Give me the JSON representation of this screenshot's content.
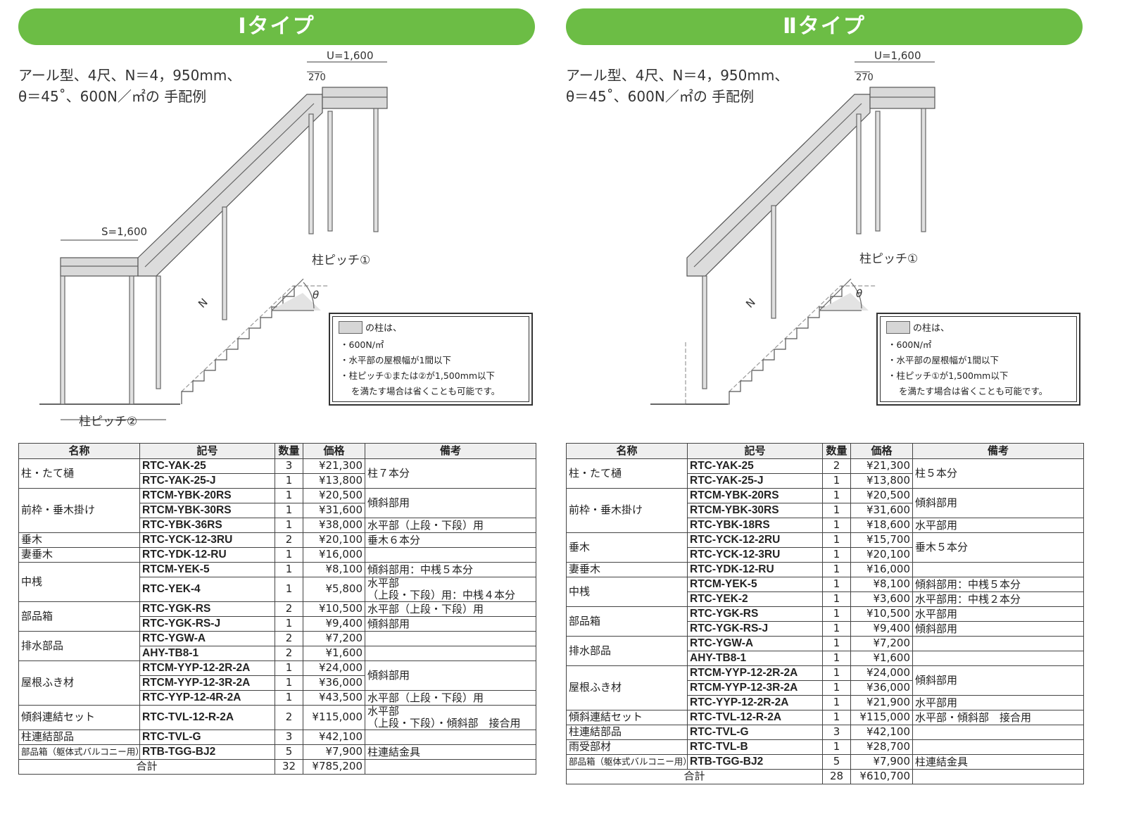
{
  "panels": [
    {
      "banner": "Ⅰタイプ",
      "caption_line1": "アール型、4尺、N＝4，950mm、",
      "caption_line2": "θ＝45˚、600N／㎡の 手配例",
      "dim_u": "U=1,600",
      "dim_270": "270",
      "dim_s": "S=1,600",
      "label_n": "N",
      "label_theta": "θ",
      "pitch_1": "柱ピッチ①",
      "pitch_2": "柱ピッチ②",
      "note": {
        "intro": "の柱は、",
        "line1": "・600N/㎡",
        "line2": "・水平部の屋根幅が1間以下",
        "line3": "・柱ピッチ①または②が1,500mm以下",
        "line4": "を満たす場合は省くことも可能です。"
      },
      "headers": [
        "名称",
        "記号",
        "数量",
        "価格",
        "備考"
      ],
      "rows": [
        {
          "name": "柱・たて樋",
          "code": "RTC-YAK-25",
          "qty": "3",
          "price": "¥21,300",
          "remark": "柱７本分"
        },
        {
          "code": "RTC-YAK-25-J",
          "qty": "1",
          "price": "¥13,800"
        },
        {
          "name": "前枠・垂木掛け",
          "code": "RTCM-YBK-20RS",
          "qty": "1",
          "price": "¥20,500",
          "remark": "傾斜部用"
        },
        {
          "code": "RTCM-YBK-30RS",
          "qty": "1",
          "price": "¥31,600"
        },
        {
          "code": "RTC-YBK-36RS",
          "qty": "1",
          "price": "¥38,000",
          "remark": "水平部（上段・下段）用"
        },
        {
          "name": "垂木",
          "code": "RTC-YCK-12-3RU",
          "qty": "2",
          "price": "¥20,100",
          "remark": "垂木６本分"
        },
        {
          "name": "妻垂木",
          "code": "RTC-YDK-12-RU",
          "qty": "1",
          "price": "¥16,000",
          "remark": ""
        },
        {
          "name": "中桟",
          "code": "RTCM-YEK-5",
          "qty": "1",
          "price": "¥8,100",
          "remark": "傾斜部用：中桟５本分"
        },
        {
          "code": "RTC-YEK-4",
          "qty": "1",
          "price": "¥5,800",
          "remark": "水平部",
          "remark2": "（上段・下段）用：中桟４本分"
        },
        {
          "name": "部品箱",
          "code": "RTC-YGK-RS",
          "qty": "2",
          "price": "¥10,500",
          "remark": "水平部（上段・下段）用"
        },
        {
          "code": "RTC-YGK-RS-J",
          "qty": "1",
          "price": "¥9,400",
          "remark": "傾斜部用"
        },
        {
          "name": "排水部品",
          "code": "RTC-YGW-A",
          "qty": "2",
          "price": "¥7,200",
          "remark": ""
        },
        {
          "code": "AHY-TB8-1",
          "qty": "2",
          "price": "¥1,600",
          "remark": ""
        },
        {
          "name": "屋根ふき材",
          "code": "RTCM-YYP-12-2R-2A",
          "qty": "1",
          "price": "¥24,000",
          "remark": "傾斜部用"
        },
        {
          "code": "RTCM-YYP-12-3R-2A",
          "qty": "1",
          "price": "¥36,000"
        },
        {
          "code": "RTC-YYP-12-4R-2A",
          "qty": "1",
          "price": "¥43,500",
          "remark": "水平部（上段・下段）用"
        },
        {
          "name": "傾斜連結セット",
          "code": "RTC-TVL-12-R-2A",
          "qty": "2",
          "price": "¥115,000",
          "remark": "水平部",
          "remark2": "（上段・下段）・傾斜部　接合用"
        },
        {
          "name": "柱連結部品",
          "code": "RTC-TVL-G",
          "qty": "3",
          "price": "¥42,100",
          "remark": ""
        },
        {
          "name": "部品箱（躯体式バルコニー用）",
          "code": "RTB-TGG-BJ2",
          "qty": "5",
          "price": "¥7,900",
          "remark": "柱連結金具"
        }
      ],
      "total": {
        "label": "合計",
        "qty": "32",
        "price": "¥785,200"
      }
    },
    {
      "banner": "Ⅱタイプ",
      "caption_line1": "アール型、4尺、N＝4，950mm、",
      "caption_line2": "θ＝45˚、600N／㎡の 手配例",
      "dim_u": "U=1,600",
      "dim_270": "270",
      "label_n": "N",
      "label_theta": "θ",
      "pitch_1": "柱ピッチ①",
      "note": {
        "intro": "の柱は、",
        "line1": "・600N/㎡",
        "line2": "・水平部の屋根幅が1間以下",
        "line3": "・柱ピッチ①が1,500mm以下",
        "line4": "を満たす場合は省くことも可能です。"
      },
      "headers": [
        "名称",
        "記号",
        "数量",
        "価格",
        "備考"
      ],
      "rows": [
        {
          "name": "柱・たて樋",
          "code": "RTC-YAK-25",
          "qty": "2",
          "price": "¥21,300",
          "remark": "柱５本分"
        },
        {
          "code": "RTC-YAK-25-J",
          "qty": "1",
          "price": "¥13,800"
        },
        {
          "name": "前枠・垂木掛け",
          "code": "RTCM-YBK-20RS",
          "qty": "1",
          "price": "¥20,500",
          "remark": "傾斜部用"
        },
        {
          "code": "RTCM-YBK-30RS",
          "qty": "1",
          "price": "¥31,600"
        },
        {
          "code": "RTC-YBK-18RS",
          "qty": "1",
          "price": "¥18,600",
          "remark": "水平部用"
        },
        {
          "name": "垂木",
          "code": "RTC-YCK-12-2RU",
          "qty": "1",
          "price": "¥15,700",
          "remark": "垂木５本分"
        },
        {
          "code": "RTC-YCK-12-3RU",
          "qty": "1",
          "price": "¥20,100"
        },
        {
          "name": "妻垂木",
          "code": "RTC-YDK-12-RU",
          "qty": "1",
          "price": "¥16,000",
          "remark": ""
        },
        {
          "name": "中桟",
          "code": "RTCM-YEK-5",
          "qty": "1",
          "price": "¥8,100",
          "remark": "傾斜部用：中桟５本分"
        },
        {
          "code": "RTC-YEK-2",
          "qty": "1",
          "price": "¥3,600",
          "remark": "水平部用：中桟２本分"
        },
        {
          "name": "部品箱",
          "code": "RTC-YGK-RS",
          "qty": "1",
          "price": "¥10,500",
          "remark": "水平部用"
        },
        {
          "code": "RTC-YGK-RS-J",
          "qty": "1",
          "price": "¥9,400",
          "remark": "傾斜部用"
        },
        {
          "name": "排水部品",
          "code": "RTC-YGW-A",
          "qty": "1",
          "price": "¥7,200",
          "remark": ""
        },
        {
          "code": "AHY-TB8-1",
          "qty": "1",
          "price": "¥1,600",
          "remark": ""
        },
        {
          "name": "屋根ふき材",
          "code": "RTCM-YYP-12-2R-2A",
          "qty": "1",
          "price": "¥24,000",
          "remark": "傾斜部用"
        },
        {
          "code": "RTCM-YYP-12-3R-2A",
          "qty": "1",
          "price": "¥36,000"
        },
        {
          "code": "RTC-YYP-12-2R-2A",
          "qty": "1",
          "price": "¥21,900",
          "remark": "水平部用"
        },
        {
          "name": "傾斜連結セット",
          "code": "RTC-TVL-12-R-2A",
          "qty": "1",
          "price": "¥115,000",
          "remark": "水平部・傾斜部　接合用"
        },
        {
          "name": "柱連結部品",
          "code": "RTC-TVL-G",
          "qty": "3",
          "price": "¥42,100",
          "remark": ""
        },
        {
          "name": "雨受部材",
          "code": "RTC-TVL-B",
          "qty": "1",
          "price": "¥28,700",
          "remark": ""
        },
        {
          "name": "部品箱（躯体式バルコニー用）",
          "code": "RTB-TGG-BJ2",
          "qty": "5",
          "price": "¥7,900",
          "remark": "柱連結金具"
        }
      ],
      "total": {
        "label": "合計",
        "qty": "28",
        "price": "¥610,700"
      }
    }
  ]
}
